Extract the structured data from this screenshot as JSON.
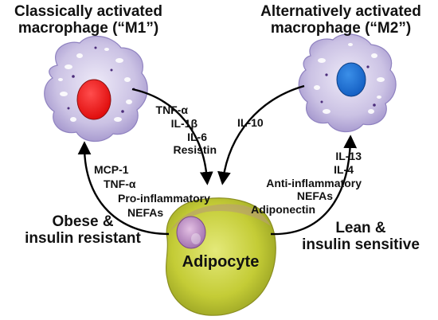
{
  "m1": {
    "title_line1": "Classically activated",
    "title_line2": "macrophage (“M1”)"
  },
  "m2": {
    "title_line1": "Alternatively activated",
    "title_line2": "macrophage (“M2”)"
  },
  "m1_secreted": [
    "TNF-α",
    "IL-1β",
    "IL-6",
    "Resistin"
  ],
  "m2_secreted": [
    "IL-10"
  ],
  "obese_factors": [
    "MCP-1",
    "TNF-α",
    "Pro-inflammatory",
    "NEFAs"
  ],
  "lean_factors": [
    "IL-13",
    "IL-4",
    "Anti-inflammatory",
    "NEFAs",
    "Adiponectin"
  ],
  "obese_state": {
    "line1": "Obese &",
    "line2": "insulin resistant"
  },
  "lean_state": {
    "line1": "Lean &",
    "line2": "insulin sensitive"
  },
  "adipocyte_label": "Adipocyte",
  "colors": {
    "m1_nucleus": "#ee1c1c",
    "m2_nucleus": "#1e6fd0",
    "macrophage_body": "#c9c0e2",
    "adipocyte": "#c8cf3a",
    "arrow": "#000000"
  }
}
